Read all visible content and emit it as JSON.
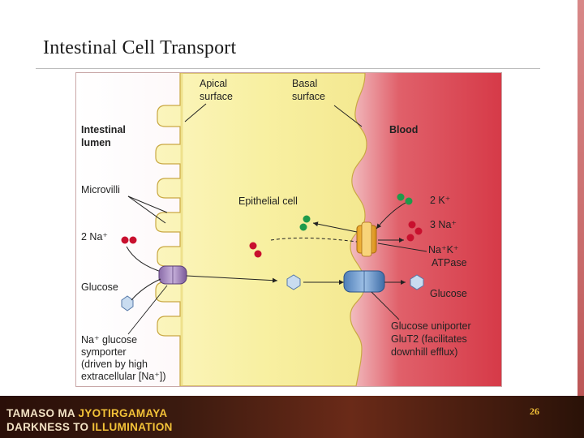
{
  "slide": {
    "title": "Intestinal Cell Transport",
    "page_number": "26"
  },
  "diagram": {
    "apical_surface": "Apical surface",
    "basal_surface": "Basal surface",
    "intestinal_lumen": "Intestinal lumen",
    "blood": "Blood",
    "microvilli": "Microvilli",
    "epithelial_cell": "Epithelial cell",
    "two_k": "2 K⁺",
    "three_na": "3 Na⁺",
    "two_na": "2 Na⁺",
    "na_k_atpase_line1": "Na⁺K⁺",
    "na_k_atpase_line2": "ATPase",
    "glucose_left": "Glucose",
    "glucose_right": "Glucose",
    "uniporter_line1": "Glucose uniporter",
    "uniporter_line2": "GluT2 (facilitates",
    "uniporter_line3": "downhill efflux)",
    "symporter_line1": "Na⁺ glucose",
    "symporter_line2": "symporter",
    "symporter_line3": "(driven by high",
    "symporter_line4": "extracellular [Na⁺])"
  },
  "footer": {
    "line1_part1": "TAMASO MA ",
    "line1_part2": "JYOTIRGAMAYA",
    "line2_part1": "DARKNESS TO ",
    "line2_part2": "ILLUMINATION"
  },
  "colors": {
    "cell": "#f7ef9e",
    "blood": "#d8424e",
    "lumen": "#f6dde3",
    "na_ion": "#c8102e",
    "k_ion": "#1e9a4a",
    "glucose": "#c9dcf0",
    "accent": "#f3c238"
  }
}
